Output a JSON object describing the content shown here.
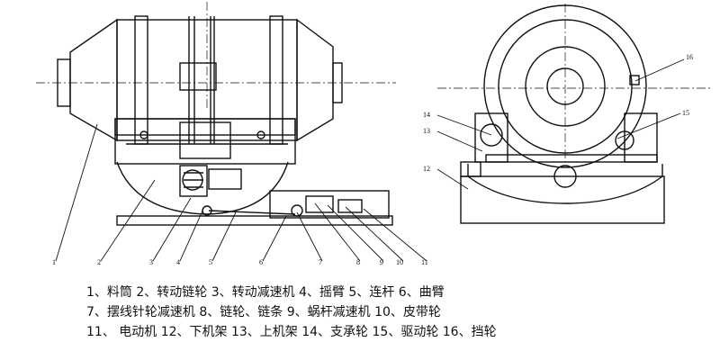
{
  "callout_numbers": [
    "1",
    "2",
    "3",
    "4",
    "5",
    "6",
    "7",
    "8",
    "9",
    "10",
    "11",
    "12",
    "13",
    "14",
    "15",
    "16"
  ],
  "legend_lines": [
    "1、料筒  2、转动链轮  3、转动减速机  4、摇臂  5、连杆  6、曲臂",
    "7、摆线针轮减速机  8、链轮、链条  9、蜗杆减速机  10、皮带轮",
    "11、 电动机  12、下机架  13、上机架  14、支承轮  15、驱动轮  16、挡轮"
  ]
}
